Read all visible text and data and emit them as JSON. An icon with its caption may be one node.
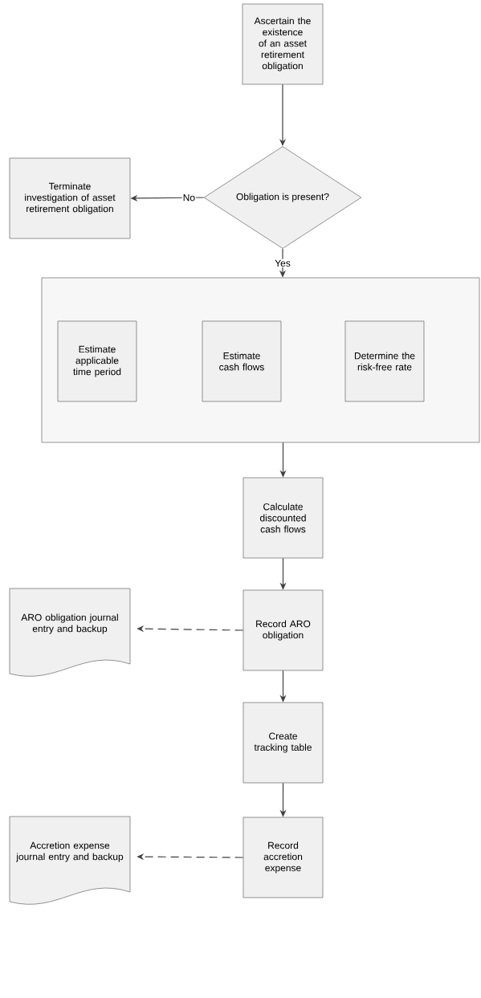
{
  "diagram": {
    "nodes": [
      {
        "text": [
          "Ascertain the existence of an asset retirement obligation"
        ]
      },
      {
        "text": [
          "Obligation is present?"
        ]
      },
      {
        "text": [
          "Terminate investigation of asset retirement obligation"
        ]
      },
      {
        "text": [],
        "shape": "box"
      },
      {
        "text": [
          "Estimate applicable time period"
        ],
        "in": 3
      },
      {
        "text": [
          "Estimate cash flows"
        ],
        "in": 3
      },
      {
        "text": [
          "Determine the risk-free rate"
        ],
        "in": 3
      },
      {
        "text": [
          "Calculate discounted cash flows"
        ]
      },
      {
        "text": [
          "Record ARO obligation"
        ]
      },
      {
        "text": [
          "ARO obligation journal entry and backup"
        ]
      },
      {
        "text": [
          "Create tracking table"
        ]
      },
      {
        "text": [
          "Record accretion expense"
        ]
      },
      {
        "text": [
          "Accretion expense journal entry and backup"
        ]
      }
    ],
    "edges": [
      {
        "from": 0,
        "to": 1,
        "arrow": "to"
      },
      {
        "from": 1,
        "to": 2,
        "arrow": "to",
        "label": "No"
      },
      {
        "from": 1,
        "to": 3,
        "arrow": "to",
        "label": "Yes"
      },
      {
        "from": 3,
        "to": 7,
        "arrow": "to"
      },
      {
        "from": 7,
        "to": 8,
        "arrow": "to"
      },
      {
        "from": 8,
        "to": 9,
        "arrow": "to",
        "style": "dashed"
      },
      {
        "from": 8,
        "to": 10,
        "arrow": "to"
      },
      {
        "from": 10,
        "to": 11,
        "arrow": "to"
      },
      {
        "from": 11,
        "to": 12,
        "arrow": "to",
        "style": "dashed"
      }
    ]
  }
}
